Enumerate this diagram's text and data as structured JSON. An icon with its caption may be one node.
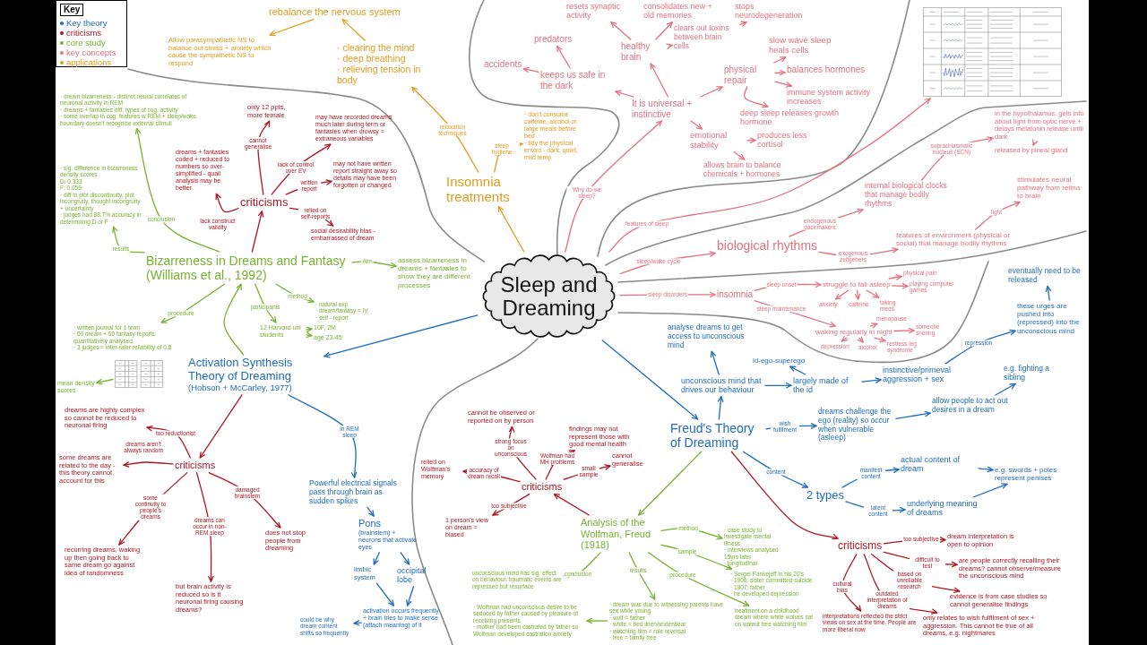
{
  "diagram": {
    "nodes": [
      {
        "text": [
          "Sleep and Dreaming"
        ]
      },
      {
        "text": [
          "Insomnia treatments"
        ]
      },
      {
        "text": [
          "· clearing the mind",
          "· deep breathing",
          "· relieving tension in body"
        ]
      },
      {
        "text": [
          "rebalance the nervous system"
        ]
      },
      {
        "text": [
          "Allow parasympathetic NS to balance out stress + anxiety which cause the sympathetic NS to respond"
        ]
      },
      {
        "text": [
          "· don't consume caffeine, alcohol or large meals before bed",
          "· tidy the physical enviro - dark, quiet, mild temp"
        ]
      },
      {
        "text": [
          "It is universal + instinctive"
        ]
      },
      {
        "text": [
          "keeps us safe in the dark"
        ]
      },
      {
        "text": [
          "accidents"
        ]
      },
      {
        "text": [
          "predators"
        ]
      },
      {
        "text": [
          "healthy brain"
        ]
      },
      {
        "text": [
          "resets synaptic activity"
        ]
      },
      {
        "text": [
          "consolidates new + old memories"
        ]
      },
      {
        "text": [
          "clears out toxins between brain cells"
        ]
      },
      {
        "text": [
          "stops neurodegeneration"
        ]
      },
      {
        "text": [
          "physical repair"
        ]
      },
      {
        "text": [
          "slow wave sleep heals cells"
        ]
      },
      {
        "text": [
          "balances hormones"
        ]
      },
      {
        "text": [
          "immune system activity increases"
        ]
      },
      {
        "text": [
          "deep sleep releases growth hormone"
        ]
      },
      {
        "text": [
          "emotional stability"
        ]
      },
      {
        "text": [
          "produces less cortisol"
        ]
      },
      {
        "text": [
          "allows brain to balance chemicals + hormones"
        ]
      },
      {
        "text": [],
        "shape": "table"
      },
      {
        "text": [
          "biological rhythms"
        ]
      },
      {
        "text": [
          "internal biological clocks that manage bodily rhythms"
        ]
      },
      {
        "text": [
          "in the hypothalamus. gets info about light from optic nerve + delays melatonin release until dark"
        ]
      },
      {
        "text": [
          "released by pineal gland"
        ]
      },
      {
        "text": [
          "features of environment (physical or social) that manage bodily rhythms"
        ]
      },
      {
        "text": [
          "stimulates neural pathway from retina to brain"
        ]
      },
      {
        "text": [
          "insomnia"
        ]
      },
      {
        "text": [
          "struggle to fall asleep"
        ]
      },
      {
        "text": [
          "physical pain"
        ]
      },
      {
        "text": [
          "playing computer games"
        ]
      },
      {
        "text": [
          "anxiety"
        ]
      },
      {
        "text": [
          "caffeine"
        ]
      },
      {
        "text": [
          "taking meds"
        ]
      },
      {
        "text": [
          "waking regularly in night"
        ]
      },
      {
        "text": [
          "menopause"
        ]
      },
      {
        "text": [
          "someone snoring"
        ]
      },
      {
        "text": [
          "depression"
        ]
      },
      {
        "text": [
          "alcohol"
        ]
      },
      {
        "text": [
          "restless leg syndrome"
        ]
      },
      {
        "text": [
          "Freud's Theory of Dreaming"
        ]
      },
      {
        "text": [
          "unconscious mind that drives our behaviour"
        ]
      },
      {
        "text": [
          "analyse dreams to get access to unconscious mind"
        ]
      },
      {
        "text": [
          "largely made of the id"
        ]
      },
      {
        "text": [
          "id-ego-superego"
        ]
      },
      {
        "text": [
          "instinctive/primeval aggression + sex"
        ]
      },
      {
        "text": [
          "these urges are pushed into (repressed) into the unconscious mind"
        ]
      },
      {
        "text": [
          "eventually need to be released"
        ]
      },
      {
        "text": [
          "dreams challenge the ego (reality) so occur when vulnerable (asleep)"
        ]
      },
      {
        "text": [
          "allow people to act out desires in a dream"
        ]
      },
      {
        "text": [
          "e.g. fighting a sibling"
        ]
      },
      {
        "text": [
          "2 types"
        ]
      },
      {
        "text": [
          "actual content of dream"
        ]
      },
      {
        "text": [
          "underlying meaning of dreams"
        ]
      },
      {
        "text": [
          "e.g. swords + poles represent penises"
        ]
      },
      {
        "text": [
          "criticisms"
        ]
      },
      {
        "text": [
          "dream interpretation is open to opinion"
        ]
      },
      {
        "text": [
          "are people correctly recalling their dreams? cannot observe/measure the unconscious mind"
        ]
      },
      {
        "text": [
          "evidence is from case studies so cannot generalise findings"
        ]
      },
      {
        "text": [
          "only relates to wish fulfilment of sex + aggression. This cannot be true of all dreams, e.g. nightmares"
        ]
      },
      {
        "text": [
          "interpretations reflected the strict views on sex at the time. People are more liberal now"
        ]
      },
      {
        "text": [
          "Analysis of the Wolfman, Freud (1918)"
        ]
      },
      {
        "text": [
          "criticisms"
        ]
      },
      {
        "text": [
          "cannot be observed or reported on by person"
        ]
      },
      {
        "text": [
          "findings may not represent those with good mental health"
        ]
      },
      {
        "text": [
          "cannot generalise"
        ]
      },
      {
        "text": [
          "relied on Wolfman's memory"
        ]
      },
      {
        "text": [
          "1 person's view on dream = biased"
        ]
      },
      {
        "text": [
          "· case study to investigate mental illness",
          "· interviews analysed 15yrs later",
          "· longitudinal"
        ]
      },
      {
        "text": [
          "· Sergei Pankejeff in his 20's",
          "· 1906: sister committed suicide",
          "· 1907: father",
          "· he developed depression"
        ]
      },
      {
        "text": [
          "treatment on a childhood dream where white wolves sat on walnut tree watching him"
        ]
      },
      {
        "text": [
          "· dream was due to witnessing parents have sex while young",
          "· wolf = father",
          "· white = bed linen/underwear",
          "· watching him = role reversal",
          "· tree = family tree"
        ]
      },
      {
        "text": [
          "· Wolfman had unconscious desire to be seduced by father caused by pleasure of receiving presents",
          "· mother had been castrated by father so Wolfman developed castration anxiety"
        ]
      },
      {
        "text": [
          "unconscious mind has sig. effect on behaviour. traumatic events are repressed but resurface"
        ]
      },
      {
        "text": [
          "Activation Synthesis Theory of Dreaming",
          "(Hobson + McCarley, 1977)"
        ]
      },
      {
        "text": [
          "Powerful electrical signals pass through brain as sudden spikes"
        ]
      },
      {
        "text": [
          "Pons",
          "(brainstem) + neurons that activate eyes"
        ]
      },
      {
        "text": [
          "limbic system"
        ]
      },
      {
        "text": [
          "occipital lobe"
        ]
      },
      {
        "text": [
          "activation occurs frequently + brain tries to make sense (attach meaning) of it"
        ]
      },
      {
        "text": [
          "could be why dream content shifts so frequently"
        ]
      },
      {
        "text": [
          "criticisms"
        ]
      },
      {
        "text": [
          "dreams are highly complex so cannot be reduced to neuronal firing"
        ]
      },
      {
        "text": [
          "some dreams are related to the day - this theory cannot account for this"
        ]
      },
      {
        "text": [
          "recurring dreams, waking up then going back to same dream go against idea of randomness"
        ]
      },
      {
        "text": [
          "but brain activity is reduced so is it neuronal firing causing dreams?"
        ]
      },
      {
        "text": [
          "does not stop people from dreaming"
        ]
      },
      {
        "text": [
          "Bizarreness in Dreams and Fantasy (Williams et al., 1992)"
        ]
      },
      {
        "text": [
          "criticisms"
        ]
      },
      {
        "text": [
          "only 12 ppts, more female"
        ]
      },
      {
        "text": [
          "may have recorded dreams much later during term or fantasies when drowsy = extraneous variables"
        ]
      },
      {
        "text": [
          "may not have written report straight away so details may have been forgotten or changed"
        ]
      },
      {
        "text": [
          "social desirability bias - embarrassed of dream"
        ]
      },
      {
        "text": [
          "dreams + fantasies coded + reduced to numbers so over-simplified - quali analysis may be better"
        ]
      },
      {
        "text": [
          "assess bizarreness in dreams + fantasies to show they are different processes"
        ]
      },
      {
        "text": [
          "· natural exp",
          "· dream/fantasy = IV",
          "· self - report"
        ]
      },
      {
        "text": [
          "12 Harvard uni students"
        ]
      },
      {
        "text": [
          "10F, 2M"
        ]
      },
      {
        "text": [
          "age 23-45"
        ]
      },
      {
        "text": [
          "· written journal for 1 term",
          "· 60 dream + 60 fantasy reports quantitatively analysed",
          "· 3 judges = inter-rater reliability of 0.8"
        ]
      },
      {
        "text": [],
        "shape": "table"
      },
      {
        "text": [
          "mean density scores"
        ]
      },
      {
        "text": [
          "· sig. difference in bizarreness density scores",
          "D: 0.333",
          "F: 0.059",
          "· diff in plot discontinuity, plot incongruity, thought incongruity + uncertainty",
          "· judges had 88.7% accuracy in determining D or F"
        ]
      },
      {
        "text": [
          "· dream bizarreness - distinct neural correlates of neuronal activity in REM",
          "· dreams + fantasies diff. types of cog. activity",
          "· some overlap in cog. features w REM + sleep/wake boundary doesn't recognise external stimuli"
        ]
      }
    ],
    "edges": [
      {
        "from": 0,
        "to": 1,
        "arrow": "to",
        "color": "#e39b1b"
      },
      {
        "from": 1,
        "to": 2,
        "arrow": "to",
        "label": "relaxation techniques",
        "color": "#e39b1b"
      },
      {
        "from": 2,
        "to": 3,
        "arrow": "to",
        "color": "#e39b1b"
      },
      {
        "from": 3,
        "to": 4,
        "arrow": "to",
        "color": "#e39b1b"
      },
      {
        "from": 1,
        "to": 5,
        "arrow": "to",
        "label": "sleep hygiene",
        "color": "#e39b1b"
      },
      {
        "from": 0,
        "to": 6,
        "arrow": "to",
        "label": "Why do we sleep?"
      },
      {
        "from": 6,
        "to": 7,
        "arrow": "to"
      },
      {
        "from": 7,
        "to": 8,
        "arrow": "to"
      },
      {
        "from": 7,
        "to": 9,
        "arrow": "to"
      },
      {
        "from": 6,
        "to": 10,
        "arrow": "to"
      },
      {
        "from": 10,
        "to": 11,
        "arrow": "to"
      },
      {
        "from": 10,
        "to": 12,
        "arrow": "to"
      },
      {
        "from": 10,
        "to": 13,
        "arrow": "to"
      },
      {
        "from": 13,
        "to": 14,
        "arrow": "to"
      },
      {
        "from": 6,
        "to": 15,
        "arrow": "to"
      },
      {
        "from": 15,
        "to": 16,
        "arrow": "to"
      },
      {
        "from": 15,
        "to": 17,
        "arrow": "to"
      },
      {
        "from": 15,
        "to": 18,
        "arrow": "to"
      },
      {
        "from": 15,
        "to": 19,
        "arrow": "to"
      },
      {
        "from": 6,
        "to": 20,
        "arrow": "to"
      },
      {
        "from": 20,
        "to": 21,
        "arrow": "to"
      },
      {
        "from": 20,
        "to": 22,
        "arrow": "to"
      },
      {
        "from": 0,
        "to": 23,
        "arrow": "to",
        "label": "features of sleep"
      },
      {
        "from": 0,
        "to": 24,
        "arrow": "to",
        "label": "sleep/wake cycle"
      },
      {
        "from": 24,
        "to": 25,
        "arrow": "to",
        "label": "endogenous pacemakers"
      },
      {
        "from": 25,
        "to": 26,
        "arrow": "to",
        "label": "suprachiasmatic nucleus (SCN)"
      },
      {
        "from": 26,
        "to": 27,
        "arrow": "to"
      },
      {
        "from": 24,
        "to": 28,
        "arrow": "to",
        "label": "exogenous zeitgebers"
      },
      {
        "from": 28,
        "to": 29,
        "arrow": "to",
        "label": "light"
      },
      {
        "from": 0,
        "to": 30,
        "arrow": "to",
        "label": "sleep disorders"
      },
      {
        "from": 30,
        "to": 31,
        "arrow": "to",
        "label": "sleep onset"
      },
      {
        "from": 31,
        "to": 32,
        "arrow": "to"
      },
      {
        "from": 31,
        "to": 33,
        "arrow": "to"
      },
      {
        "from": 31,
        "to": 34,
        "arrow": "to"
      },
      {
        "from": 31,
        "to": 35,
        "arrow": "to"
      },
      {
        "from": 31,
        "to": 36,
        "arrow": "to"
      },
      {
        "from": 30,
        "to": 37,
        "arrow": "to",
        "label": "sleep maintenance"
      },
      {
        "from": 37,
        "to": 38,
        "arrow": "to"
      },
      {
        "from": 37,
        "to": 39,
        "arrow": "to"
      },
      {
        "from": 37,
        "to": 40,
        "arrow": "to"
      },
      {
        "from": 37,
        "to": 41,
        "arrow": "to"
      },
      {
        "from": 37,
        "to": 42,
        "arrow": "to"
      },
      {
        "from": 0,
        "to": 43,
        "arrow": "to",
        "color": "#1d6cc0"
      },
      {
        "from": 43,
        "to": 44,
        "arrow": "to",
        "color": "#1d6cc0"
      },
      {
        "from": 44,
        "to": 45,
        "arrow": "to",
        "color": "#1d6cc0"
      },
      {
        "from": 44,
        "to": 46,
        "arrow": "to",
        "color": "#1d6cc0"
      },
      {
        "from": 46,
        "to": 47,
        "arrow": "to",
        "color": "#1d6cc0"
      },
      {
        "from": 46,
        "to": 48,
        "arrow": "to",
        "color": "#1d6cc0"
      },
      {
        "from": 48,
        "to": 49,
        "arrow": "to",
        "label": "repression",
        "color": "#1d6cc0"
      },
      {
        "from": 49,
        "to": 50,
        "arrow": "to",
        "color": "#1d6cc0"
      },
      {
        "from": 43,
        "to": 51,
        "arrow": "to",
        "label": "wish fulfilment",
        "color": "#1d6cc0"
      },
      {
        "from": 51,
        "to": 52,
        "arrow": "to",
        "color": "#1d6cc0"
      },
      {
        "from": 52,
        "to": 53,
        "arrow": "to",
        "color": "#1d6cc0"
      },
      {
        "from": 43,
        "to": 54,
        "arrow": "to",
        "label": "content",
        "color": "#1d6cc0"
      },
      {
        "from": 54,
        "to": 55,
        "arrow": "to",
        "label": "manifest content",
        "color": "#1d6cc0"
      },
      {
        "from": 54,
        "to": 56,
        "arrow": "to",
        "label": "latent content",
        "color": "#1d6cc0"
      },
      {
        "from": 55,
        "to": 57,
        "arrow": "to",
        "color": "#1d6cc0"
      },
      {
        "from": 56,
        "to": 57,
        "arrow": "to",
        "color": "#1d6cc0"
      },
      {
        "from": 43,
        "to": 58,
        "arrow": "to",
        "color": "#b0141f"
      },
      {
        "from": 58,
        "to": 59,
        "arrow": "to",
        "label": "too subjective",
        "color": "#b0141f"
      },
      {
        "from": 58,
        "to": 60,
        "arrow": "to",
        "label": "difficult to test",
        "color": "#b0141f"
      },
      {
        "from": 58,
        "to": 61,
        "arrow": "to",
        "label": "based on unreliable research",
        "color": "#b0141f"
      },
      {
        "from": 58,
        "to": 62,
        "arrow": "to",
        "label": "outdated interpretation of dreams",
        "color": "#b0141f"
      },
      {
        "from": 58,
        "to": 63,
        "arrow": "to",
        "label": "cultural bias",
        "color": "#b0141f"
      },
      {
        "from": 43,
        "to": 64,
        "arrow": "to",
        "color": "#76b22e"
      },
      {
        "from": 64,
        "to": 65,
        "arrow": "to",
        "color": "#b0141f"
      },
      {
        "from": 65,
        "to": 66,
        "arrow": "to",
        "label": "strong focus on unconscious",
        "color": "#b0141f"
      },
      {
        "from": 65,
        "to": 67,
        "arrow": "to",
        "label": "Wolfman had MH problems",
        "color": "#b0141f"
      },
      {
        "from": 65,
        "to": 68,
        "arrow": "to",
        "label": "small sample",
        "color": "#b0141f"
      },
      {
        "from": 65,
        "to": 69,
        "arrow": "to",
        "label": "accuracy of dream recall",
        "color": "#b0141f"
      },
      {
        "from": 65,
        "to": 70,
        "arrow": "to",
        "label": "too subjective",
        "color": "#b0141f"
      },
      {
        "from": 64,
        "to": 71,
        "arrow": "to",
        "label": "method",
        "color": "#76b22e"
      },
      {
        "from": 64,
        "to": 72,
        "arrow": "to",
        "label": "sample",
        "color": "#76b22e"
      },
      {
        "from": 64,
        "to": 73,
        "arrow": "to",
        "label": "procedure",
        "color": "#76b22e"
      },
      {
        "from": 64,
        "to": 74,
        "arrow": "to",
        "label": "results",
        "color": "#76b22e"
      },
      {
        "from": 74,
        "to": 75,
        "arrow": "to",
        "color": "#76b22e"
      },
      {
        "from": 64,
        "to": 76,
        "arrow": "to",
        "label": "conclusion",
        "color": "#76b22e"
      },
      {
        "from": 0,
        "to": 77,
        "arrow": "to",
        "color": "#1d6cc0"
      },
      {
        "from": 77,
        "to": 78,
        "arrow": "to",
        "label": "in REM sleep",
        "color": "#1d6cc0"
      },
      {
        "from": 78,
        "to": 79,
        "arrow": "to",
        "color": "#1d6cc0"
      },
      {
        "from": 79,
        "to": 80,
        "arrow": "to",
        "color": "#1d6cc0"
      },
      {
        "from": 79,
        "to": 81,
        "arrow": "to",
        "color": "#1d6cc0"
      },
      {
        "from": 80,
        "to": 82,
        "arrow": "to",
        "color": "#1d6cc0"
      },
      {
        "from": 81,
        "to": 82,
        "arrow": "to",
        "color": "#1d6cc0"
      },
      {
        "from": 82,
        "to": 83,
        "arrow": "to",
        "color": "#1d6cc0"
      },
      {
        "from": 77,
        "to": 84,
        "arrow": "to",
        "color": "#b0141f"
      },
      {
        "from": 84,
        "to": 85,
        "arrow": "to",
        "label": "too reductionist",
        "color": "#b0141f"
      },
      {
        "from": 84,
        "to": 86,
        "arrow": "to",
        "label": "dreams aren't always random",
        "color": "#b0141f"
      },
      {
        "from": 84,
        "to": 87,
        "arrow": "to",
        "label": "some continuity to people's dreams",
        "color": "#b0141f"
      },
      {
        "from": 84,
        "to": 88,
        "arrow": "to",
        "label": "dreams can occur in non-REM sleep",
        "color": "#b0141f"
      },
      {
        "from": 84,
        "to": 89,
        "arrow": "to",
        "label": "damaged brainstem",
        "color": "#b0141f"
      },
      {
        "from": 77,
        "to": 90,
        "arrow": "to",
        "color": "#76b22e"
      },
      {
        "from": 90,
        "to": 91,
        "arrow": "to",
        "color": "#b0141f"
      },
      {
        "from": 91,
        "to": 92,
        "arrow": "to",
        "label": "cannot generalise",
        "color": "#b0141f"
      },
      {
        "from": 91,
        "to": 93,
        "arrow": "to",
        "label": "lack of control over EV",
        "color": "#b0141f"
      },
      {
        "from": 91,
        "to": 94,
        "arrow": "to",
        "label": "written report",
        "color": "#b0141f"
      },
      {
        "from": 91,
        "to": 95,
        "arrow": "to",
        "label": "relied on self-reports",
        "color": "#b0141f"
      },
      {
        "from": 91,
        "to": 96,
        "arrow": "to",
        "label": "lack construct validity",
        "color": "#b0141f"
      },
      {
        "from": 90,
        "to": 97,
        "arrow": "to",
        "label": "Aim",
        "color": "#76b22e"
      },
      {
        "from": 90,
        "to": 98,
        "arrow": "to",
        "label": "method",
        "color": "#76b22e"
      },
      {
        "from": 90,
        "to": 99,
        "arrow": "to",
        "label": "participants",
        "color": "#76b22e"
      },
      {
        "from": 99,
        "to": 100,
        "arrow": "to",
        "color": "#76b22e"
      },
      {
        "from": 99,
        "to": 101,
        "arrow": "to",
        "color": "#76b22e"
      },
      {
        "from": 90,
        "to": 102,
        "arrow": "to",
        "label": "procedure",
        "color": "#76b22e"
      },
      {
        "from": 103,
        "to": 104,
        "arrow": "to",
        "color": "#76b22e"
      },
      {
        "from": 90,
        "to": 105,
        "arrow": "to",
        "label": "results",
        "color": "#76b22e"
      },
      {
        "from": 90,
        "to": 106,
        "arrow": "to",
        "label": "conclusion",
        "color": "#76b22e"
      }
    ],
    "labels": [
      "Key"
    ],
    "legend": [
      {
        "text": "Key theory",
        "color": "#1d6cc0"
      },
      {
        "text": "criticisms",
        "color": "#b0141f"
      },
      {
        "text": "core study",
        "color": "#76b22e"
      },
      {
        "text": "key concepts",
        "color": "#e5707e"
      },
      {
        "text": "applications",
        "color": "#e39b1b"
      }
    ]
  }
}
